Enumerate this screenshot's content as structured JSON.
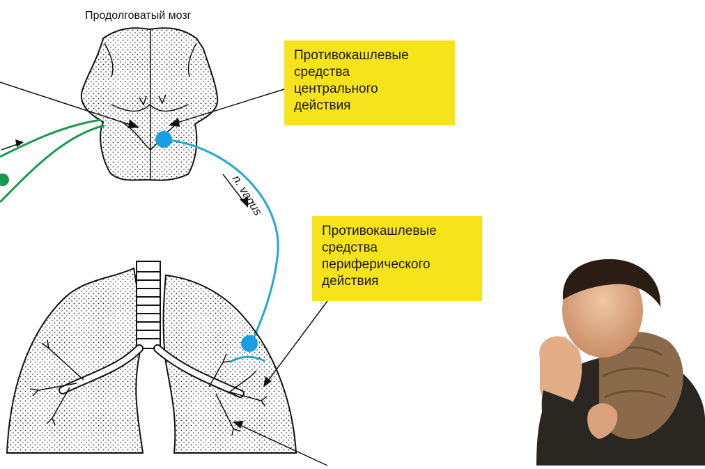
{
  "brain": {
    "title": "Продолговатый мозг"
  },
  "nerve": {
    "label": "n. vagus"
  },
  "boxes": {
    "central": {
      "lines": [
        "Противокашлевые",
        "средства",
        "центрального",
        "действия"
      ]
    },
    "peripheral": {
      "lines": [
        "Противокашлевые",
        "средства",
        "периферического",
        "действия"
      ]
    }
  },
  "colors": {
    "box_fill": "#f7e31b",
    "nerve_blue": "#1ea7d8",
    "receptor_blue": "#1a9ee0",
    "pathway_green": "#169a4e",
    "outline": "#111111"
  },
  "icons": {
    "photo": "coughing-person-photo"
  }
}
